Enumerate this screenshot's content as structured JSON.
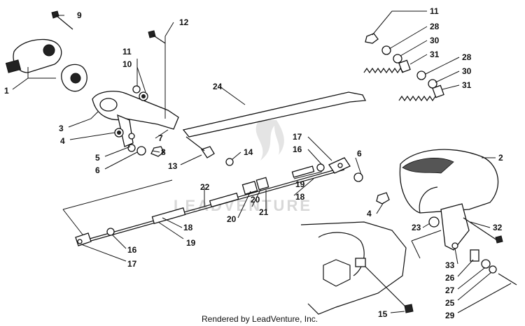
{
  "footer": {
    "text": "Rendered by LeadVenture, Inc."
  },
  "watermark": {
    "text": "LEADVENTURE"
  },
  "callouts": [
    {
      "id": "c9",
      "text": "9"
    },
    {
      "id": "c12",
      "text": "12"
    },
    {
      "id": "c11a",
      "text": "11"
    },
    {
      "id": "c10",
      "text": "10"
    },
    {
      "id": "c1",
      "text": "1"
    },
    {
      "id": "c3",
      "text": "3"
    },
    {
      "id": "c4a",
      "text": "4"
    },
    {
      "id": "c5",
      "text": "5"
    },
    {
      "id": "c6a",
      "text": "6"
    },
    {
      "id": "c7",
      "text": "7"
    },
    {
      "id": "c8",
      "text": "8"
    },
    {
      "id": "c13",
      "text": "13"
    },
    {
      "id": "c14",
      "text": "14"
    },
    {
      "id": "c24",
      "text": "24"
    },
    {
      "id": "c11b",
      "text": "11"
    },
    {
      "id": "c28a",
      "text": "28"
    },
    {
      "id": "c30a",
      "text": "30"
    },
    {
      "id": "c31a",
      "text": "31"
    },
    {
      "id": "c28b",
      "text": "28"
    },
    {
      "id": "c30b",
      "text": "30"
    },
    {
      "id": "c31b",
      "text": "31"
    },
    {
      "id": "c2",
      "text": "2"
    },
    {
      "id": "c17a",
      "text": "17"
    },
    {
      "id": "c16a",
      "text": "16"
    },
    {
      "id": "c6b",
      "text": "6"
    },
    {
      "id": "c19a",
      "text": "19"
    },
    {
      "id": "c18a",
      "text": "18"
    },
    {
      "id": "c22",
      "text": "22"
    },
    {
      "id": "c20a",
      "text": "20"
    },
    {
      "id": "c21",
      "text": "21"
    },
    {
      "id": "c20b",
      "text": "20"
    },
    {
      "id": "c4b",
      "text": "4"
    },
    {
      "id": "c18b",
      "text": "18"
    },
    {
      "id": "c19b",
      "text": "19"
    },
    {
      "id": "c16b",
      "text": "16"
    },
    {
      "id": "c17b",
      "text": "17"
    },
    {
      "id": "c23",
      "text": "23"
    },
    {
      "id": "c32",
      "text": "32"
    },
    {
      "id": "c33",
      "text": "33"
    },
    {
      "id": "c26",
      "text": "26"
    },
    {
      "id": "c27",
      "text": "27"
    },
    {
      "id": "c25",
      "text": "25"
    },
    {
      "id": "c29",
      "text": "29"
    },
    {
      "id": "c15",
      "text": "15"
    }
  ]
}
